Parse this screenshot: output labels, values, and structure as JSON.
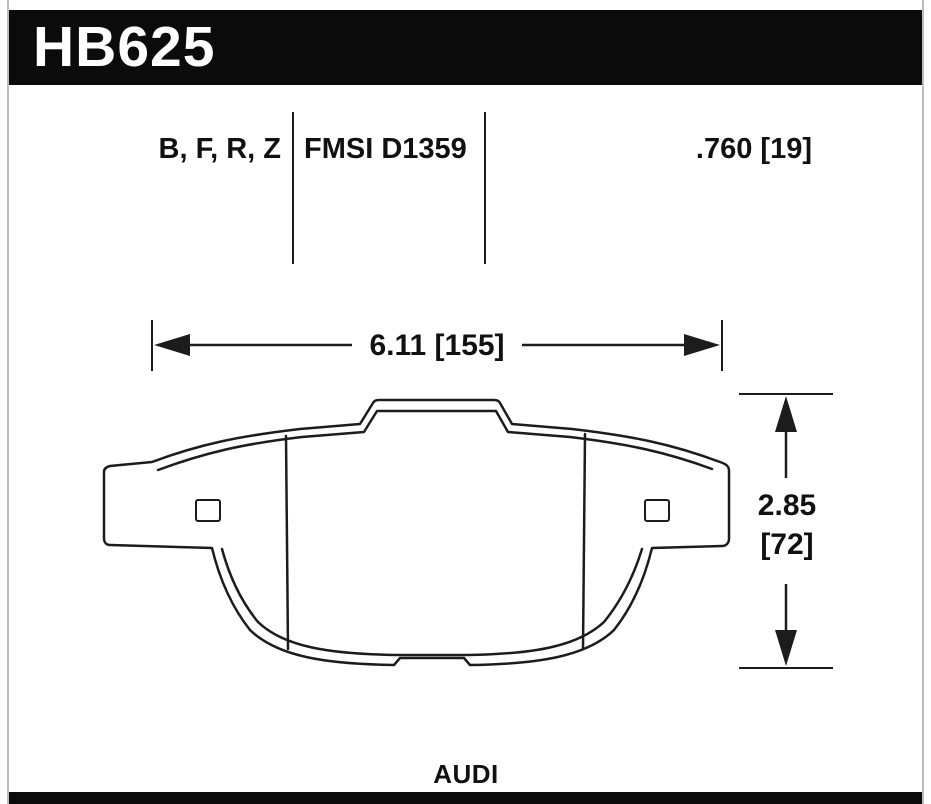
{
  "header": {
    "part_number": "HB625"
  },
  "specs": {
    "compounds": "B, F, R, Z",
    "fmsi": "FMSI D1359",
    "thickness": ".760 [19]"
  },
  "dimensions": {
    "width": "6.11 [155]",
    "height_value": "2.85",
    "height_bracket": "[72]"
  },
  "footer": {
    "vehicle": "AUDI"
  },
  "colors": {
    "bar": "#0b0b0b",
    "line": "#1c1c1c",
    "frame": "#bdbdbd",
    "background": "#ffffff"
  }
}
